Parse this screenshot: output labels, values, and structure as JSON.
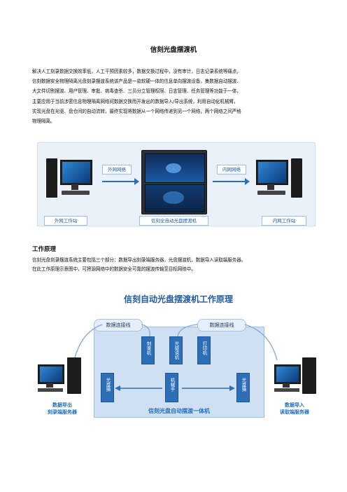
{
  "doc": {
    "title": "信刻光盘摆渡机",
    "intro_lines": [
      "解决人工刻录数据交换效率低，人工干预因素较多，数据交换过程中，没有审计，日志记录系统等痛点，",
      "信刻数据安全物理隔离光盘刻录摆渡系统该产品是一款软硬一体的信息单向摆渡设备，集数据自动摆渡、",
      "大文件切割摆渡、用户管理、审批、病毒查杀、三员分立管理权限、日志管理、任务管理等功能于一体，",
      "主要应用于当前涉密信息物理隔离网络间数据交换而开发出的数据导入/导出系统，利用自动化机械臂，",
      "实现光盘在光驱、盘仓间的自动流转，最终实现将数据从一个网络传递到另一个网络，两个网络之间严格",
      "物理隔离。"
    ],
    "section_heading": "工作原理",
    "principle_lines": [
      "信刻光盘刻录摆渡系统主要包括三个部分：数据导出刻录端服务器，光盘摆渡机，数据导入读取端服务器。",
      "在此工作原理示意图中，可将源网络中的数据安全可靠的摆渡传输至目标网络中。"
    ]
  },
  "figure1": {
    "outer_network": "外网网络",
    "inner_network": "内网网络",
    "outer_station": "外网工作站",
    "device": "信刻全自动光盘摆渡机",
    "inner_station": "内网工作站"
  },
  "figure2": {
    "title": "信刻自动光盘摆渡机工作原理",
    "data_link_left": "数据连接线",
    "data_link_right": "数据连接线",
    "burner": "刻录机",
    "reader": "光驱读机",
    "printer": "打印机",
    "left_bin": "光盘摘",
    "arm": "机械手",
    "right_bin": "光盘摘",
    "export_server_line1": "数据导出",
    "export_server_line2": "刻录端服务器",
    "import_server_line1": "数据导入",
    "import_server_line2": "读取端服务器",
    "machine_label": "信刻光盘自动摆渡一体机",
    "accent_color": "#1f6fc4"
  }
}
